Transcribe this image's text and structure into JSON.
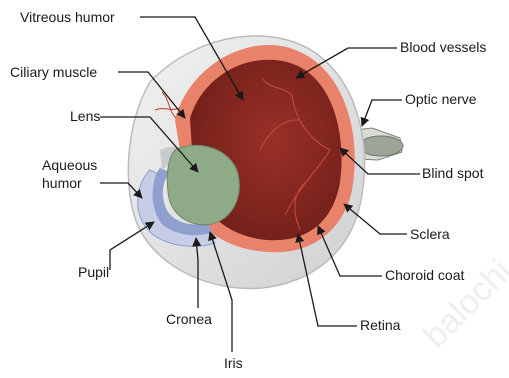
{
  "labels": {
    "vitreous_humor": "Vitreous humor",
    "blood_vessels": "Blood vessels",
    "ciliary_muscle": "Ciliary muscle",
    "optic_nerve": "Optic nerve",
    "lens": "Lens",
    "aqueous_humor_line1": "Aqueous",
    "aqueous_humor_line2": "humor",
    "blind_spot": "Blind spot",
    "sclera": "Sclera",
    "pupil": "Pupil",
    "choroid_coat": "Choroid coat",
    "retina": "Retina",
    "cronea": "Cronea",
    "iris": "Iris"
  },
  "colors": {
    "sclera_outer": "#e9e9e9",
    "sclera_shade": "#c9cbcd",
    "choroid": "#e8826a",
    "interior": "#8e2a22",
    "interior_dark": "#6e1e18",
    "lens": "#8faa86",
    "iris_blue": "#8f9fce",
    "cornea": "#c7cde6",
    "optic_nerve": "#9da59a",
    "label_text": "#1a1a1a"
  },
  "watermark_text": "balochi"
}
